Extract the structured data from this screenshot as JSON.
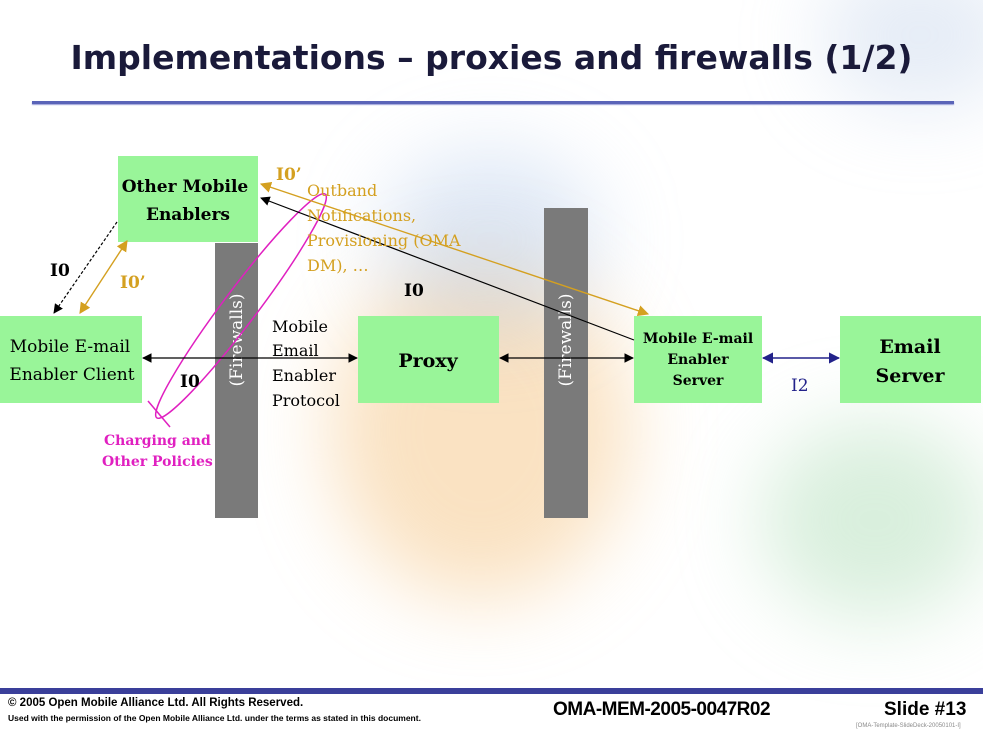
{
  "title": "Implementations – proxies and firewalls (1/2)",
  "colors": {
    "box_fill": "#99f599",
    "firewall_fill": "#7a7a7a",
    "orange": "#d4a020",
    "magenta": "#e020c0",
    "navy": "#22228a",
    "title_rule": "#5a64b8"
  },
  "boxes": {
    "other_enablers": [
      "Other Mobile",
      "Enablers"
    ],
    "client": [
      "Mobile E-mail",
      "Enabler Client"
    ],
    "proxy": "Proxy",
    "server": [
      "Mobile E-mail",
      "Enabler",
      "Server"
    ],
    "email_server": [
      "Email",
      "Server"
    ]
  },
  "firewall_label": "(Firewalls)",
  "interfaces": {
    "i0_prime_top": "I0’",
    "i0_prime_left": "I0’",
    "i0_left": "I0",
    "i0_middle": "I0",
    "i0_bottom": "I0",
    "i2": "I2"
  },
  "notes": {
    "outband": [
      "Outband",
      "Notifications,",
      "Provisioning (OMA",
      "DM), …"
    ],
    "protocol": [
      "Mobile",
      "Email",
      "Enabler",
      "Protocol"
    ],
    "charging": [
      "Charging and",
      "Other Policies"
    ]
  },
  "footer": {
    "copyright": "© 2005 Open Mobile Alliance Ltd.  All Rights Reserved.",
    "permission": "Used with the permission of the Open Mobile Alliance Ltd. under the terms as stated in this document.",
    "doc_id": "OMA-MEM-2005-0047R02",
    "slide": "Slide #13",
    "template": "[OMA-Template-SlideDeck-20050101-I]"
  }
}
